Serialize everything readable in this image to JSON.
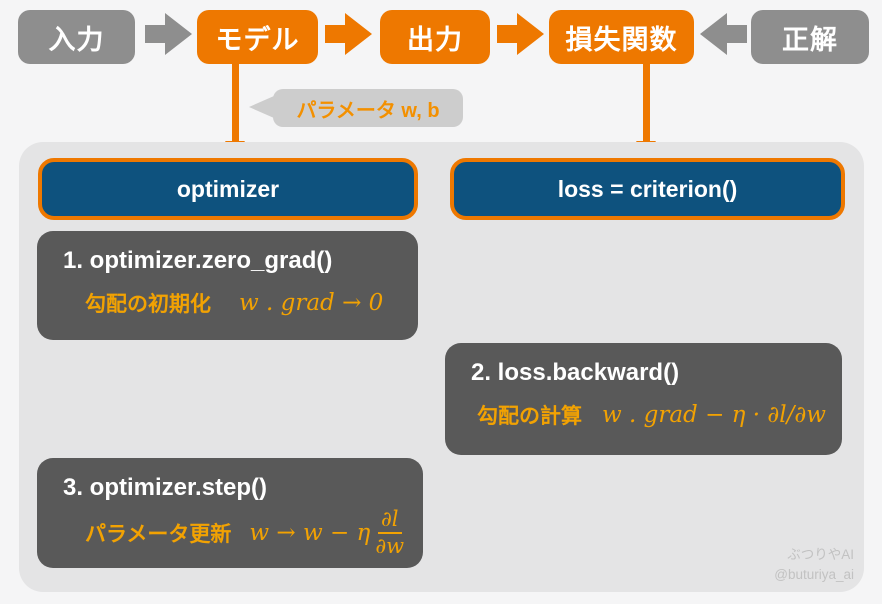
{
  "colors": {
    "orange": "#EE7800",
    "formula_amber": "#F2A202",
    "gray_node": "#8E8E8E",
    "dark_box": "#595959",
    "blue_header": "#0E527E",
    "page_bg": "#F5F5F6",
    "panel_bg": "#E4E4E5",
    "bubble_bg": "#CDCDCD",
    "bubble_text": "#F39000",
    "watermark": "#C2C2C2"
  },
  "flow": {
    "nodes": [
      {
        "label": "入力",
        "variant": "gray"
      },
      {
        "label": "モデル",
        "variant": "orange"
      },
      {
        "label": "出力",
        "variant": "orange"
      },
      {
        "label": "損失関数",
        "variant": "orange"
      },
      {
        "label": "正解",
        "variant": "gray"
      }
    ]
  },
  "bubble": {
    "label": "パラメータ w, b"
  },
  "panel": {
    "left_header": "optimizer",
    "right_header": "loss = criterion()"
  },
  "steps": [
    {
      "title": "1. optimizer.zero_grad()",
      "caption": "勾配の初期化",
      "formula": "w . grad → 0"
    },
    {
      "title": "2. loss.backward()",
      "caption": "勾配の計算",
      "formula": "w . grad − η · ∂l/∂w"
    },
    {
      "title": "3. optimizer.step()",
      "caption": "パラメータ更新",
      "formula_prefix": "w → w − η",
      "fraction": {
        "numerator": "∂l",
        "denominator": "∂w"
      }
    }
  ],
  "watermark": {
    "name": "ぶつりやAI",
    "handle": "@buturiya_ai"
  }
}
